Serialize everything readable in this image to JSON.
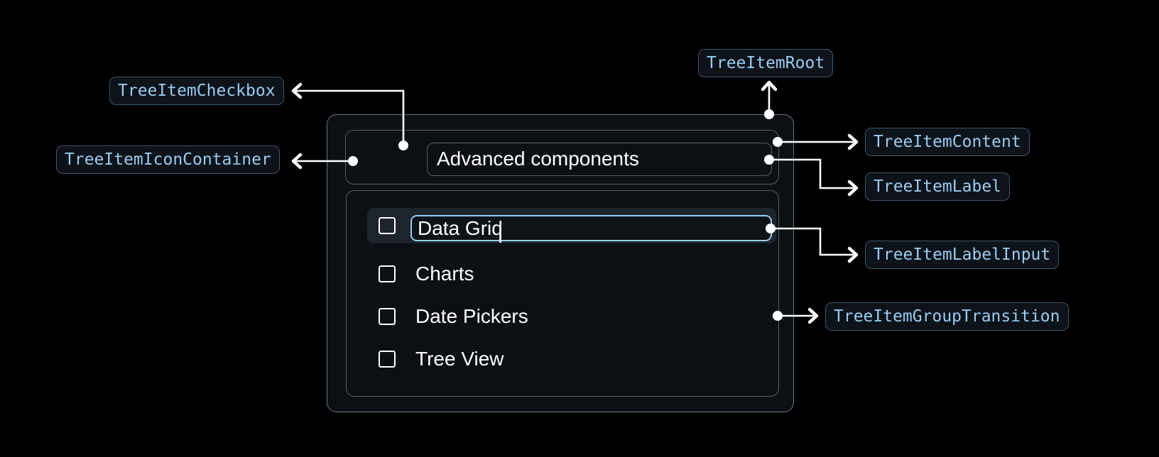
{
  "component": {
    "parent_item": {
      "label": "Advanced components"
    },
    "editing_item": {
      "value": "Data Grid"
    },
    "items": [
      "Charts",
      "Date Pickers",
      "Tree View"
    ],
    "checkboxes_checked": false,
    "parent_expanded": true
  },
  "annotations": {
    "root": "TreeItemRoot",
    "checkbox": "TreeItemCheckbox",
    "icon_container": "TreeItemIconContainer",
    "content": "TreeItemContent",
    "label": "TreeItemLabel",
    "label_input": "TreeItemLabelInput",
    "group_transition": "TreeItemGroupTransition"
  },
  "colors": {
    "background": "#000000",
    "annotation_text": "#99ccf3",
    "annotation_border": "#3f566b",
    "annotation_bg": "#0d1319",
    "component_border": "#6f767d",
    "inner_border": "#595f68",
    "connector": "#ffffff",
    "input_border": "#99ccf3",
    "row_highlight_bg": "#1d242c",
    "text": "#ffffff"
  }
}
